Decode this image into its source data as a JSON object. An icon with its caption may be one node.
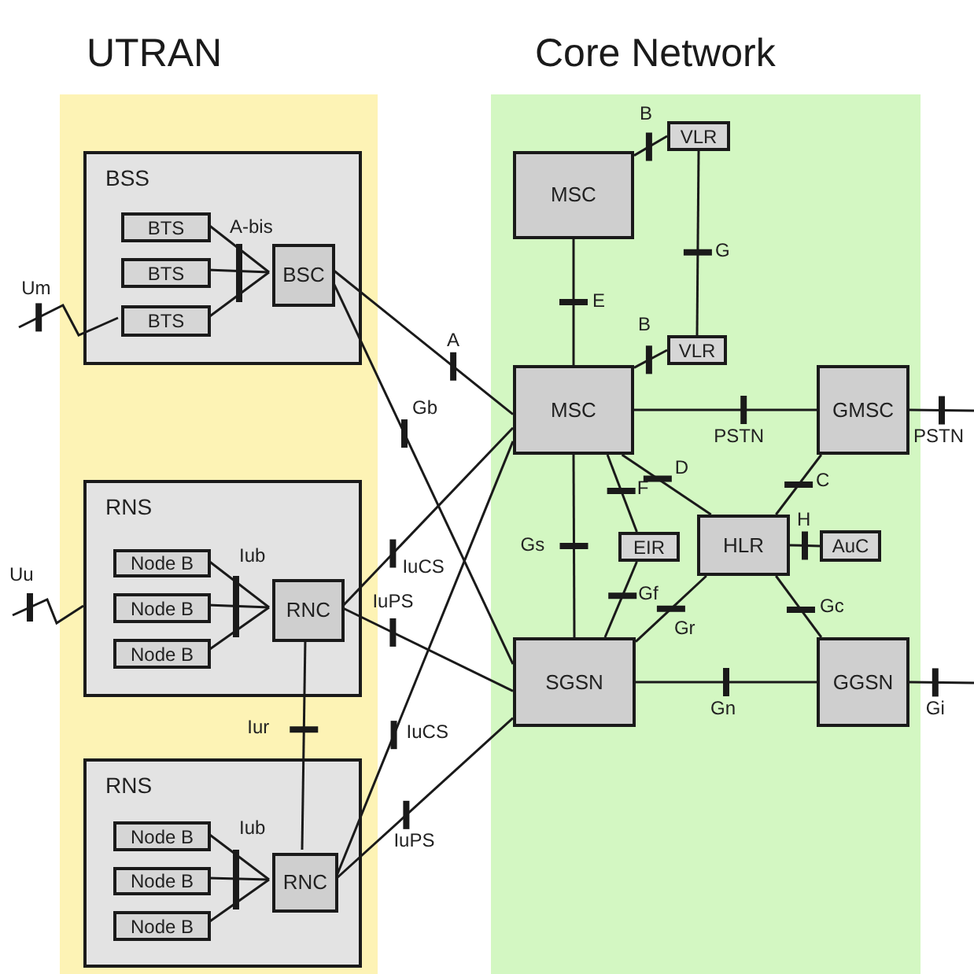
{
  "diagram": {
    "nodes": [
      {
        "text": [
          "UTRAN"
        ]
      },
      {
        "text": [
          "BSS"
        ],
        "in": 0
      },
      {
        "text": [
          "BTS"
        ],
        "in": 1
      },
      {
        "text": [
          "BTS"
        ],
        "in": 1
      },
      {
        "text": [
          "BTS"
        ],
        "in": 1
      },
      {
        "text": [
          "BSC"
        ],
        "in": 1
      },
      {
        "text": [
          "RNS"
        ],
        "in": 0
      },
      {
        "text": [
          "Node B"
        ],
        "in": 6
      },
      {
        "text": [
          "Node B"
        ],
        "in": 6
      },
      {
        "text": [
          "Node B"
        ],
        "in": 6
      },
      {
        "text": [
          "RNC"
        ],
        "in": 6
      },
      {
        "text": [
          "RNS"
        ],
        "in": 0
      },
      {
        "text": [
          "Node B"
        ],
        "in": 11
      },
      {
        "text": [
          "Node B"
        ],
        "in": 11
      },
      {
        "text": [
          "Node B"
        ],
        "in": 11
      },
      {
        "text": [
          "RNC"
        ],
        "in": 11
      },
      {
        "text": [
          "Core Network"
        ]
      },
      {
        "text": [
          "MSC"
        ],
        "in": 16
      },
      {
        "text": [
          "VLR"
        ],
        "in": 16
      },
      {
        "text": [
          "MSC"
        ],
        "in": 16
      },
      {
        "text": [
          "VLR"
        ],
        "in": 16
      },
      {
        "text": [
          "GMSC"
        ],
        "in": 16
      },
      {
        "text": [
          "EIR"
        ],
        "in": 16
      },
      {
        "text": [
          "HLR"
        ],
        "in": 16
      },
      {
        "text": [
          "AuC"
        ],
        "in": 16
      },
      {
        "text": [
          "SGSN"
        ],
        "in": 16
      },
      {
        "text": [
          "GGSN"
        ],
        "in": 16
      }
    ],
    "edges": [
      {
        "from": 2,
        "to": 5,
        "arrow": "none"
      },
      {
        "from": 3,
        "to": 5,
        "arrow": "none"
      },
      {
        "from": 4,
        "to": 5,
        "arrow": "none"
      },
      {
        "from": null,
        "to": 4,
        "arrow": "none",
        "label": "Um"
      },
      {
        "from": 5,
        "to": 19,
        "arrow": "none",
        "label": "A"
      },
      {
        "from": 5,
        "to": 25,
        "arrow": "none",
        "label": "Gb"
      },
      {
        "from": null,
        "to": 6,
        "arrow": "none",
        "label": "Uu"
      },
      {
        "from": 7,
        "to": 10,
        "arrow": "none"
      },
      {
        "from": 8,
        "to": 10,
        "arrow": "none"
      },
      {
        "from": 9,
        "to": 10,
        "arrow": "none"
      },
      {
        "from": 10,
        "to": 19,
        "arrow": "none",
        "label": "IuCS"
      },
      {
        "from": 10,
        "to": 25,
        "arrow": "none",
        "label": "IuPS"
      },
      {
        "from": 10,
        "to": 15,
        "arrow": "none",
        "label": "Iur"
      },
      {
        "from": 12,
        "to": 15,
        "arrow": "none"
      },
      {
        "from": 13,
        "to": 15,
        "arrow": "none"
      },
      {
        "from": 14,
        "to": 15,
        "arrow": "none"
      },
      {
        "from": 15,
        "to": 19,
        "arrow": "none",
        "label": "IuCS"
      },
      {
        "from": 15,
        "to": 25,
        "arrow": "none",
        "label": "IuPS"
      },
      {
        "from": 17,
        "to": 18,
        "arrow": "none",
        "label": "B"
      },
      {
        "from": 17,
        "to": 19,
        "arrow": "none",
        "label": "E"
      },
      {
        "from": 18,
        "to": 20,
        "arrow": "none",
        "label": "G"
      },
      {
        "from": 19,
        "to": 20,
        "arrow": "none",
        "label": "B"
      },
      {
        "from": 19,
        "to": 21,
        "arrow": "none",
        "label": "PSTN"
      },
      {
        "from": 21,
        "to": null,
        "arrow": "none",
        "label": "PSTN"
      },
      {
        "from": 19,
        "to": 23,
        "arrow": "none",
        "label": "D"
      },
      {
        "from": 19,
        "to": 22,
        "arrow": "none",
        "label": "F"
      },
      {
        "from": 19,
        "to": 25,
        "arrow": "none",
        "label": "Gs"
      },
      {
        "from": 21,
        "to": 23,
        "arrow": "none",
        "label": "C"
      },
      {
        "from": 23,
        "to": 24,
        "arrow": "none",
        "label": "H"
      },
      {
        "from": 22,
        "to": 25,
        "arrow": "none",
        "label": "Gf"
      },
      {
        "from": 23,
        "to": 25,
        "arrow": "none",
        "label": "Gr"
      },
      {
        "from": 23,
        "to": 26,
        "arrow": "none",
        "label": "Gc"
      },
      {
        "from": 25,
        "to": 26,
        "arrow": "none",
        "label": "Gn"
      },
      {
        "from": 26,
        "to": null,
        "arrow": "none",
        "label": "Gi"
      }
    ],
    "labels": [
      "A-bis",
      "Iub",
      "Iub"
    ]
  }
}
